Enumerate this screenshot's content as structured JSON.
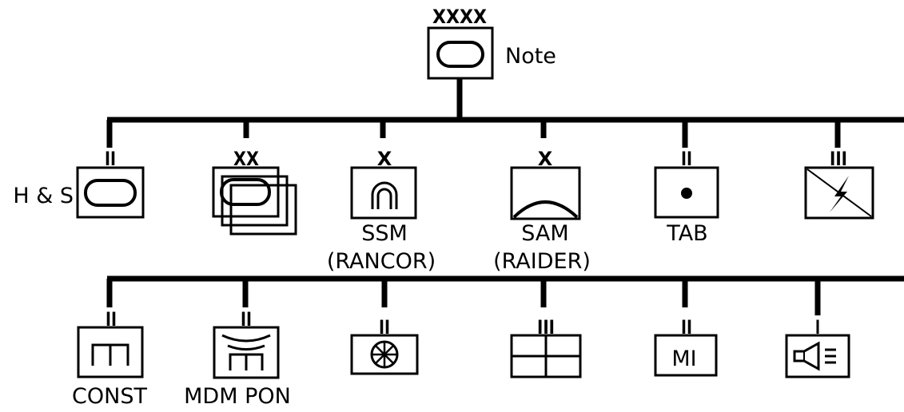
{
  "root": {
    "rank_mark": "XXXX",
    "label": "Note"
  },
  "row1": [
    {
      "rank_mark": "II",
      "label": "H & S"
    },
    {
      "rank_mark": "XX",
      "label": ""
    },
    {
      "rank_mark": "X",
      "label_line1": "SSM",
      "label_line2": "(RANCOR)"
    },
    {
      "rank_mark": "X",
      "label_line1": "SAM",
      "label_line2": "(RAIDER)"
    },
    {
      "rank_mark": "II",
      "label": "TAB"
    },
    {
      "rank_mark": "III",
      "label": ""
    }
  ],
  "row2": [
    {
      "rank_mark": "II",
      "label": "CONST"
    },
    {
      "rank_mark": "II",
      "label": "MDM PON"
    },
    {
      "rank_mark": "II",
      "label": ""
    },
    {
      "rank_mark": "III",
      "label": ""
    },
    {
      "rank_mark": "II",
      "label": "MI"
    },
    {
      "rank_mark": "I",
      "label": ""
    }
  ]
}
